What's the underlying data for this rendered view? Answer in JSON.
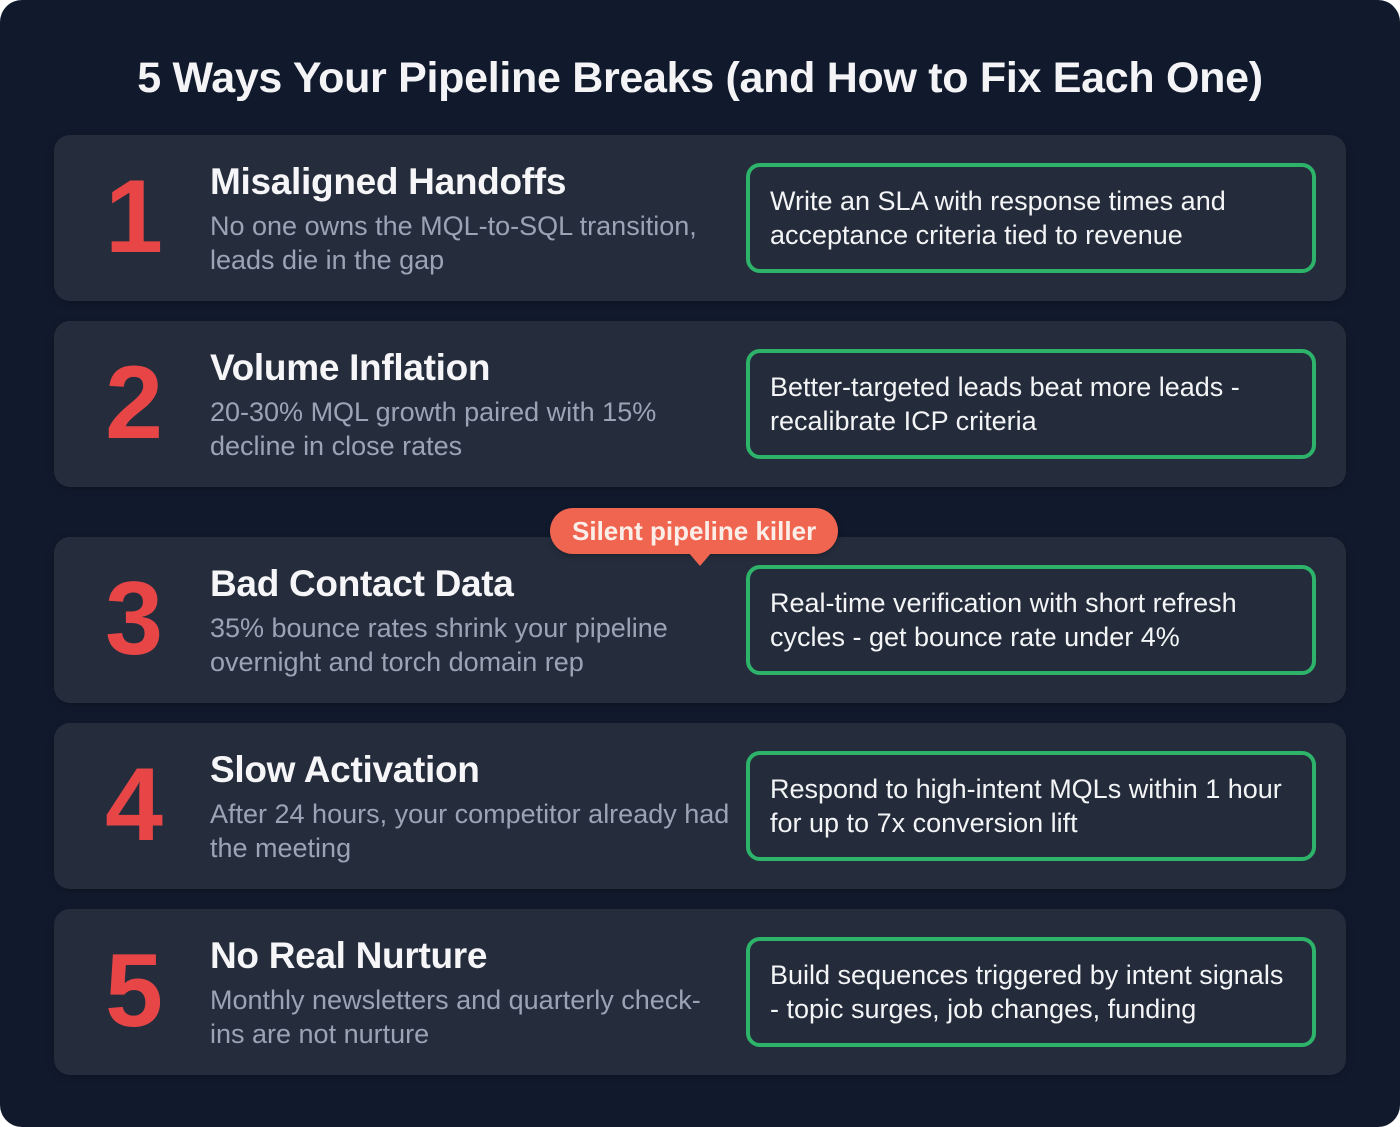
{
  "title": "5 Ways Your Pipeline Breaks (and How to Fix Each One)",
  "colors": {
    "background": "#111a2d",
    "card": "#252d3d",
    "number": "#e84646",
    "fix_border": "#2db36a",
    "badge": "#f0654f"
  },
  "badge": {
    "label": "Silent pipeline killer",
    "attached_to_item": 3
  },
  "items": [
    {
      "number": "1",
      "heading": "Misaligned Handoffs",
      "description": "No one owns the MQL-to-SQL transition, leads die in the gap",
      "fix": "Write an SLA with response times and acceptance criteria tied to revenue"
    },
    {
      "number": "2",
      "heading": "Volume Inflation",
      "description": "20-30% MQL growth paired with 15% decline in close rates",
      "fix": "Better-targeted leads beat more leads - recalibrate ICP criteria"
    },
    {
      "number": "3",
      "heading": "Bad Contact Data",
      "description": "35% bounce rates shrink your pipeline overnight and torch domain rep",
      "fix": "Real-time verification with short refresh cycles - get bounce rate under 4%"
    },
    {
      "number": "4",
      "heading": "Slow Activation",
      "description": "After 24 hours, your competitor already had the meeting",
      "fix": "Respond to high-intent MQLs within 1 hour for up to 7x conversion lift"
    },
    {
      "number": "5",
      "heading": "No Real Nurture",
      "description": "Monthly newsletters and quarterly check-ins are not nurture",
      "fix": "Build sequences triggered by intent signals - topic surges, job changes, funding"
    }
  ]
}
